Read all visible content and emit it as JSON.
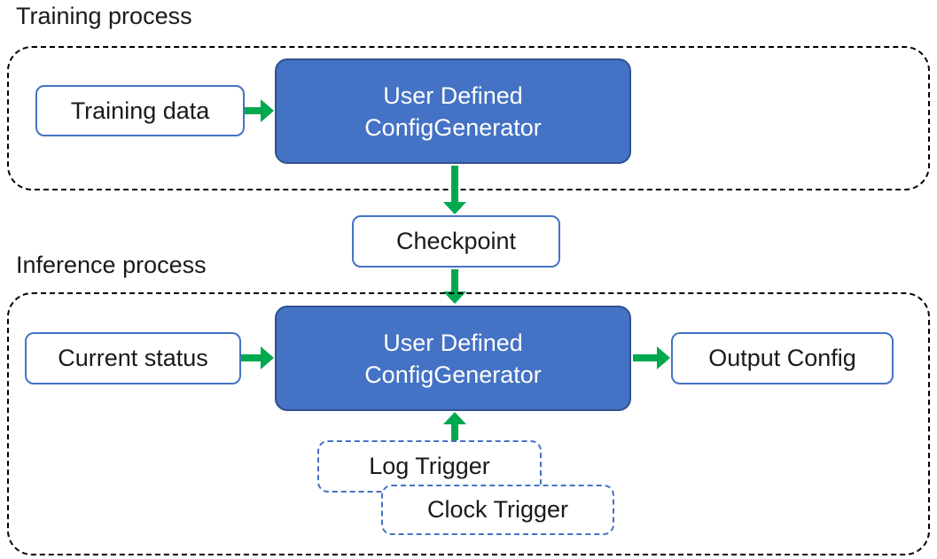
{
  "diagram": {
    "training": {
      "section_label": "Training process",
      "input_label": "Training data",
      "generator": {
        "line1": "User Defined",
        "line2": "ConfigGenerator"
      }
    },
    "checkpoint_label": "Checkpoint",
    "inference": {
      "section_label": "Inference process",
      "input_label": "Current status",
      "generator": {
        "line1": "User Defined",
        "line2": "ConfigGenerator"
      },
      "output_label": "Output Config",
      "log_trigger_label": "Log Trigger",
      "clock_trigger_label": "Clock Trigger"
    },
    "colors": {
      "generator_fill": "#4472C4",
      "generator_border": "#2F528F",
      "box_border_blue": "#4472C4",
      "arrow_green": "#00A94F",
      "region_border": "#000000",
      "text": "#1a1a1a"
    }
  }
}
